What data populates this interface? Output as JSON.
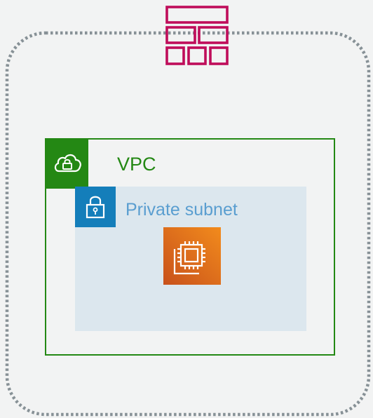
{
  "colors": {
    "background": "#f2f3f3",
    "boundary": "#879196",
    "firewall": "#bf0d5a",
    "vpc": "#248814",
    "subnet_fill": "#dce7ee",
    "subnet_badge": "#147eba",
    "subnet_text": "#5a9ed0",
    "ec2_gradient_start": "#c8511b",
    "ec2_gradient_end": "#f28b1c"
  },
  "diagram": {
    "boundary": {
      "style": "dotted rounded rectangle",
      "icon": "firewall-icon"
    },
    "vpc": {
      "label": "VPC",
      "icon": "cloud-lock-icon"
    },
    "subnet": {
      "label": "Private subnet",
      "icon": "padlock-icon"
    },
    "instance": {
      "icon": "ec2-instance-icon"
    }
  }
}
